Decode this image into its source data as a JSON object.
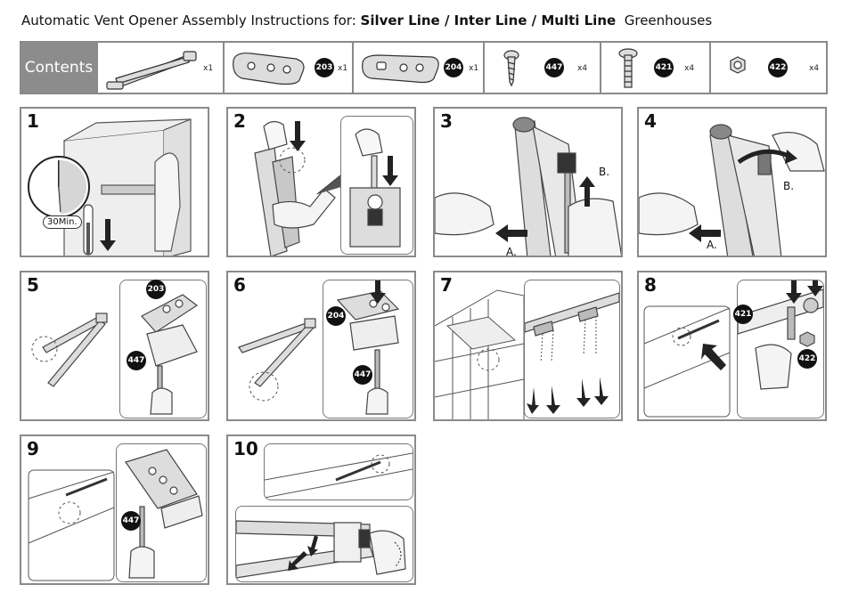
{
  "title": {
    "prefix": "Automatic Vent Opener Assembly Instructions for: ",
    "models": "Silver Line / Inter Line / Multi Line",
    "suffix": "Greenhouses"
  },
  "contents": {
    "label": "Contents",
    "items": [
      {
        "part": "",
        "qty": "x1",
        "icon": "vent-opener-arm-icon"
      },
      {
        "part": "203",
        "qty": "x1",
        "icon": "bracket-203-icon"
      },
      {
        "part": "204",
        "qty": "x1",
        "icon": "bracket-204-icon"
      },
      {
        "part": "447",
        "qty": "x4",
        "icon": "screw-447-icon"
      },
      {
        "part": "421",
        "qty": "x4",
        "icon": "bolt-421-icon"
      },
      {
        "part": "422",
        "qty": "x4",
        "icon": "nut-422-icon"
      }
    ]
  },
  "steps": [
    {
      "n": "1",
      "time_label": "30Min."
    },
    {
      "n": "2"
    },
    {
      "n": "3",
      "label_a": "A.",
      "label_b": "B."
    },
    {
      "n": "4",
      "label_a": "A.",
      "label_b": "B."
    },
    {
      "n": "5",
      "parts": [
        "203",
        "447"
      ]
    },
    {
      "n": "6",
      "parts": [
        "204",
        "447"
      ]
    },
    {
      "n": "7"
    },
    {
      "n": "8",
      "parts": [
        "421",
        "422"
      ]
    },
    {
      "n": "9",
      "parts": [
        "447"
      ]
    },
    {
      "n": "10"
    }
  ],
  "colors": {
    "border": "#8a8a8a",
    "badge": "#111111",
    "label_bg": "#8c8c8c"
  }
}
